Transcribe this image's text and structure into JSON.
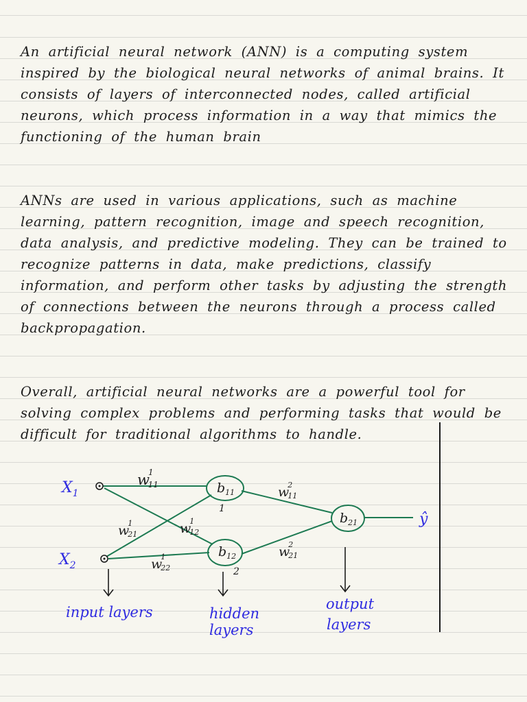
{
  "paragraphs": [
    "An artificial neural network (ANN) is a computing system inspired by the biological neural networks of animal brains. It consists of layers of interconnected nodes, called artificial neurons, which process information in a way that mimics the functioning of the human brain",
    "ANNs are used in various applications, such as machine learning, pattern recognition, image and speech recognition, data analysis, and predictive modeling. They can be trained to recognize patterns in data, make predictions, classify information, and perform other tasks by adjusting the strength of connections between the neurons through a process called backpropagation.",
    "Overall, artificial neural networks are a powerful tool for solving complex problems and performing tasks that would be difficult for traditional algorithms to handle."
  ],
  "diagram": {
    "inputs": [
      {
        "label": "X",
        "sub": "1"
      },
      {
        "label": "X",
        "sub": "2"
      }
    ],
    "hidden": [
      {
        "label": "b",
        "sub": "11",
        "below": "1"
      },
      {
        "label": "b",
        "sub": "12",
        "below": "2"
      }
    ],
    "output": {
      "label": "b",
      "sub": "21",
      "result": "ŷ"
    },
    "weights": {
      "w11_1": {
        "label": "w",
        "sup": "1",
        "sub": "11"
      },
      "w21_1": {
        "label": "w",
        "sup": "1",
        "sub": "21"
      },
      "w12_1": {
        "label": "w",
        "sup": "1",
        "sub": "12"
      },
      "w22_1": {
        "label": "w",
        "sup": "1",
        "sub": "22"
      },
      "w11_2": {
        "label": "w",
        "sup": "2",
        "sub": "11"
      },
      "w21_2": {
        "label": "w",
        "sup": "2",
        "sub": "21"
      }
    },
    "layer_labels": {
      "input": [
        "input layers"
      ],
      "hidden": [
        "hidden",
        "layers"
      ],
      "output": [
        "output",
        "layers"
      ]
    },
    "colors": {
      "ink": "#1c1c1c",
      "blue_ink": "#2f2be0",
      "edge": "#1d7a52"
    }
  }
}
